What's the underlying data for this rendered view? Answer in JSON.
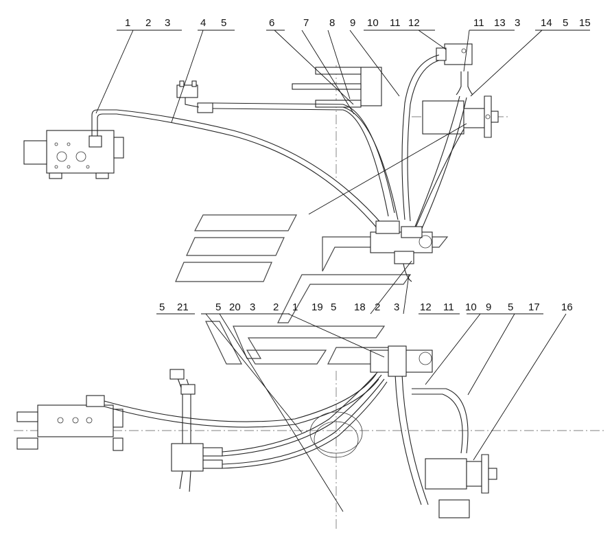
{
  "callouts_top": [
    "1",
    "2",
    "3",
    "4",
    "5",
    "6",
    "7",
    "8",
    "9",
    "10",
    "11",
    "12",
    "11",
    "13",
    "3",
    "14",
    "5",
    "15"
  ],
  "callouts_mid": [
    "5",
    "21",
    "5",
    "20",
    "3",
    "2",
    "1",
    "19",
    "5",
    "18",
    "2",
    "3",
    "12",
    "11",
    "10",
    "9",
    "5",
    "17",
    "16"
  ]
}
